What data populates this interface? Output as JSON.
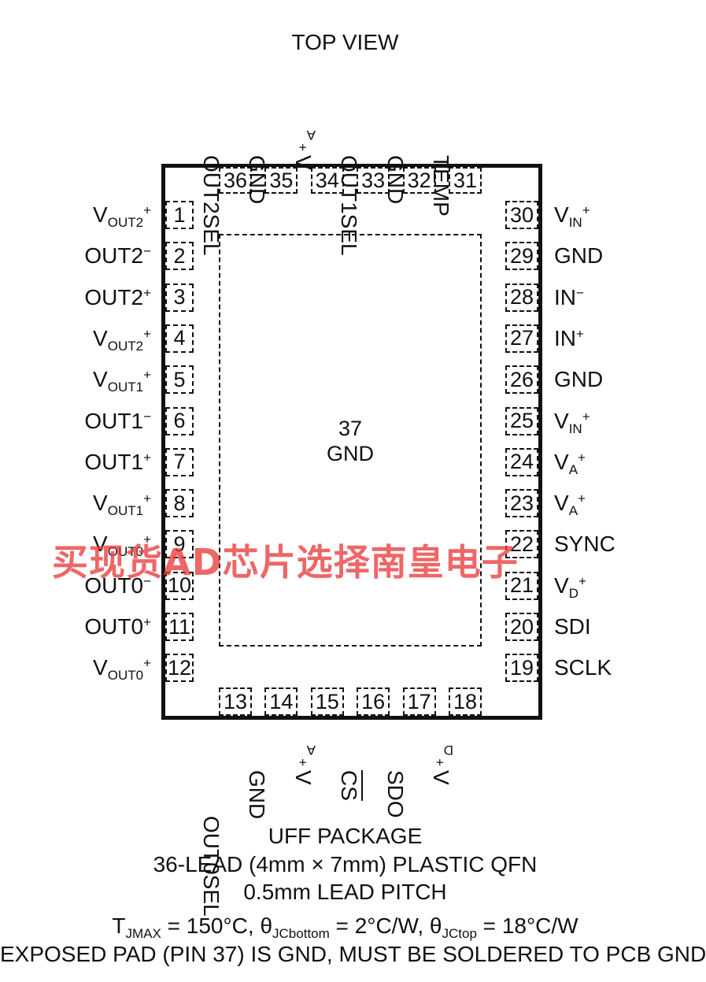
{
  "header": {
    "title": "TOP VIEW"
  },
  "left_pins": [
    {
      "num": "1",
      "label": "V",
      "sub": "OUT2",
      "sup": "+"
    },
    {
      "num": "2",
      "label": "OUT2",
      "sub": "",
      "sup": "−"
    },
    {
      "num": "3",
      "label": "OUT2",
      "sub": "",
      "sup": "+"
    },
    {
      "num": "4",
      "label": "V",
      "sub": "OUT2",
      "sup": "+"
    },
    {
      "num": "5",
      "label": "V",
      "sub": "OUT1",
      "sup": "+"
    },
    {
      "num": "6",
      "label": "OUT1",
      "sub": "",
      "sup": "−"
    },
    {
      "num": "7",
      "label": "OUT1",
      "sub": "",
      "sup": "+"
    },
    {
      "num": "8",
      "label": "V",
      "sub": "OUT1",
      "sup": "+"
    },
    {
      "num": "9",
      "label": "V",
      "sub": "OUT0",
      "sup": "+"
    },
    {
      "num": "10",
      "label": "OUT0",
      "sub": "",
      "sup": "−"
    },
    {
      "num": "11",
      "label": "OUT0",
      "sub": "",
      "sup": "+"
    },
    {
      "num": "12",
      "label": "V",
      "sub": "OUT0",
      "sup": "+"
    }
  ],
  "right_pins": [
    {
      "num": "30",
      "label": "V",
      "sub": "IN",
      "sup": "+"
    },
    {
      "num": "29",
      "label": "GND",
      "sub": "",
      "sup": ""
    },
    {
      "num": "28",
      "label": "IN",
      "sub": "",
      "sup": "−"
    },
    {
      "num": "27",
      "label": "IN",
      "sub": "",
      "sup": "+"
    },
    {
      "num": "26",
      "label": "GND",
      "sub": "",
      "sup": ""
    },
    {
      "num": "25",
      "label": "V",
      "sub": "IN",
      "sup": "+"
    },
    {
      "num": "24",
      "label": "V",
      "sub": "A",
      "sup": "+"
    },
    {
      "num": "23",
      "label": "V",
      "sub": "A",
      "sup": "+"
    },
    {
      "num": "22",
      "label": "SYNC",
      "sub": "",
      "sup": ""
    },
    {
      "num": "21",
      "label": "V",
      "sub": "D",
      "sup": "+"
    },
    {
      "num": "20",
      "label": "SDI",
      "sub": "",
      "sup": ""
    },
    {
      "num": "19",
      "label": "SCLK",
      "sub": "",
      "sup": ""
    }
  ],
  "top_pins": [
    {
      "num": "36",
      "label": "OUT2SEL",
      "sub": "",
      "sup": ""
    },
    {
      "num": "35",
      "label": "GND",
      "sub": "",
      "sup": ""
    },
    {
      "num": "34",
      "label": "V",
      "sub": "A",
      "sup": "+"
    },
    {
      "num": "33",
      "label": "OUT1SEL",
      "sub": "",
      "sup": ""
    },
    {
      "num": "32",
      "label": "GND",
      "sub": "",
      "sup": ""
    },
    {
      "num": "31",
      "label": "TEMP",
      "sub": "",
      "sup": ""
    }
  ],
  "bottom_pins": [
    {
      "num": "13",
      "label": "OUT0SEL",
      "sub": "",
      "sup": "",
      "overline": false
    },
    {
      "num": "14",
      "label": "GND",
      "sub": "",
      "sup": "",
      "overline": false
    },
    {
      "num": "15",
      "label": "V",
      "sub": "A",
      "sup": "+",
      "overline": false
    },
    {
      "num": "16",
      "label": "CS",
      "sub": "",
      "sup": "",
      "overline": true
    },
    {
      "num": "17",
      "label": "SDO",
      "sub": "",
      "sup": "",
      "overline": false
    },
    {
      "num": "18",
      "label": "V",
      "sub": "D",
      "sup": "+",
      "overline": false
    }
  ],
  "exposed_pad": {
    "num": "37",
    "label": "GND"
  },
  "watermark": "买现货AD芯片选择南皇电子",
  "footer": {
    "line1": "UFF PACKAGE",
    "line2": "36-LEAD (4mm × 7mm) PLASTIC QFN",
    "line3": "0.5mm LEAD PITCH",
    "thermal": {
      "t": "T",
      "t_sub": "JMAX",
      "t_val": " = 150°C, ",
      "th1": "θ",
      "th1_sub": "JCbottom",
      "th1_val": " = 2°C/W, ",
      "th2": "θ",
      "th2_sub": "JCtop",
      "th2_val": " = 18°C/W"
    },
    "line5": "EXPOSED PAD (PIN 37) IS GND, MUST BE SOLDERED TO PCB GND"
  }
}
